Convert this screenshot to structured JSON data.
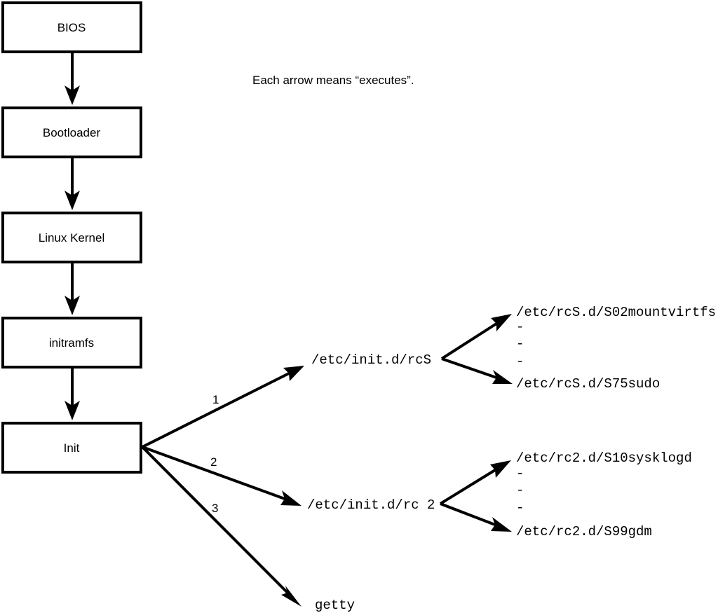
{
  "diagram": {
    "title_note": "Each arrow means “executes”.",
    "colors": {
      "stroke": "#000000",
      "fill": "#ffffff",
      "background": "#ffffff"
    },
    "boot_chain": [
      {
        "label": "BIOS"
      },
      {
        "label": "Bootloader"
      },
      {
        "label": "Linux Kernel"
      },
      {
        "label": "initramfs"
      },
      {
        "label": "Init"
      }
    ],
    "init_branches": [
      {
        "number": "1",
        "label": "/etc/init.d/rcS"
      },
      {
        "number": "2",
        "label": "/etc/init.d/rc 2"
      },
      {
        "number": "3",
        "label": "getty"
      }
    ],
    "rcs_scripts": {
      "first": "/etc/rcS.d/S02mountvirtfs",
      "ellipsis": [
        "-",
        "-",
        "-"
      ],
      "last": "/etc/rcS.d/S75sudo"
    },
    "rc2_scripts": {
      "first": "/etc/rc2.d/S10sysklogd",
      "ellipsis": [
        "-",
        "-",
        "-"
      ],
      "last": "/etc/rc2.d/S99gdm"
    }
  }
}
